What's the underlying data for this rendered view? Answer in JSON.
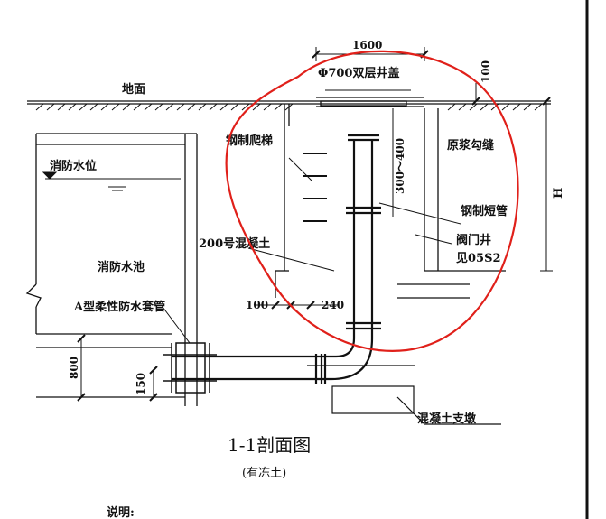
{
  "labels": {
    "ground": "地面",
    "manhole_cover": "Φ700双层井盖",
    "steel_ladder": "钢制爬梯",
    "mortar_joint": "原浆勾缝",
    "fire_water_level": "消防水位",
    "steel_short_pipe": "钢制短管",
    "concrete_200": "200号混凝土",
    "valve_well": "阀门井",
    "valve_well_ref": "见05S2",
    "fire_pool": "消防水池",
    "sleeve": "A型柔性防水套管",
    "concrete_support": "混凝土支墩",
    "h_mark": "H"
  },
  "dims": {
    "d1600": "1600",
    "d100_top": "100",
    "d300_400": "300～400",
    "d100_bot": "100",
    "d240": "240",
    "d800": "800",
    "d150": "150"
  },
  "title": {
    "main": "1-1剖面图",
    "sub": "(有冻土)"
  },
  "notes": {
    "heading": "说明:"
  },
  "colors": {
    "annotation": "#e0201a",
    "ink": "#111111"
  }
}
